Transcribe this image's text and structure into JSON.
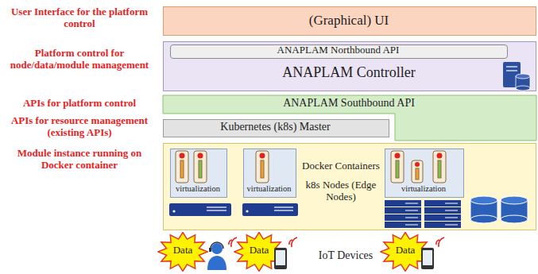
{
  "diagram": {
    "nodes": [
      {
        "text": [
          "(Graphical) UI"
        ]
      },
      {
        "text": [
          "ANAPLAM Controller"
        ]
      },
      {
        "text": [
          "ANAPLAM Northbound API"
        ],
        "in": 1
      },
      {
        "text": [
          "ANAPLAM Southbound API"
        ]
      },
      {
        "text": [
          "Kubernetes (k8s) Master"
        ]
      },
      {
        "text": [
          "Docker Containers",
          "k8s Nodes (Edge Nodes)"
        ]
      },
      {
        "text": [
          "virtualization"
        ],
        "in": 5
      },
      {
        "text": [
          "virtualization"
        ],
        "in": 5
      },
      {
        "text": [
          "virtualization"
        ],
        "in": 5
      },
      {
        "text": [
          "Data"
        ]
      },
      {
        "text": [
          "Data"
        ]
      },
      {
        "text": [
          "Data"
        ]
      }
    ],
    "labels": [
      "User Interface for the platform control",
      "Platform control for node/data/module management",
      "APIs for platform control",
      "APIs for resource management (existing APIs)",
      "Module instance running on Docker container",
      "IoT Devices"
    ]
  }
}
